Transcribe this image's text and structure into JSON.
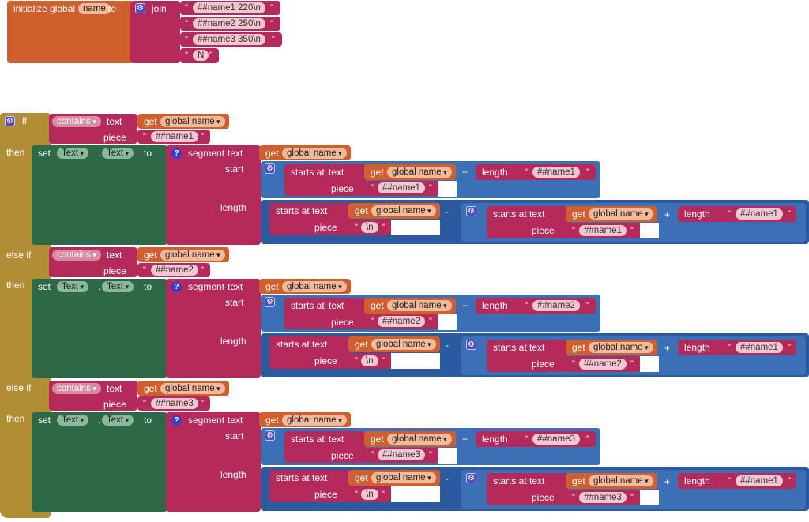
{
  "init": {
    "label": "initialize global",
    "var": "name",
    "to": "to",
    "join": "join",
    "strings": [
      "##name1 220\\n",
      "##name2 250\\n",
      "##name3 350\\n",
      "N"
    ]
  },
  "ctrl": {
    "if": "if",
    "then": "then",
    "elseif": "else if"
  },
  "kw": {
    "contains": "contains",
    "text": "text",
    "piece": "piece",
    "get": "get",
    "global_name": "global name",
    "set": "set",
    "comp": "Text",
    "prop": "Text",
    "dot": ".",
    "to": "to",
    "segment": "segment",
    "start": "start",
    "length": "length",
    "starts_at": "starts at",
    "plus": "+",
    "minus": "-",
    "newline": "\\n",
    "quote": "\""
  },
  "names": [
    "##name1",
    "##name2",
    "##name3"
  ],
  "colors": {
    "orange": "#d05f2d",
    "magenta": "#b52a5b",
    "olive": "#b18e35",
    "green": "#2d6847",
    "blue": "#3b6fb6"
  }
}
